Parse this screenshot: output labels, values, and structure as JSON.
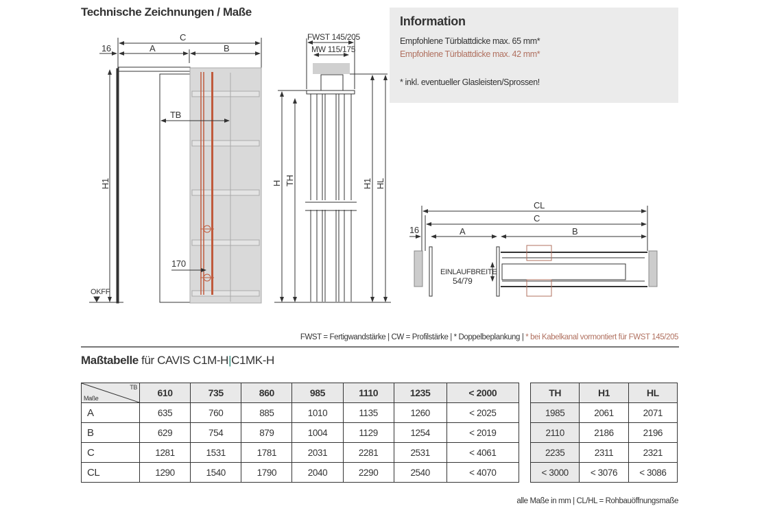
{
  "heading": "Technische Zeichnungen / Maße",
  "info": {
    "title": "Information",
    "line1": "Empfohlene Türblattdicke max. 65 mm*",
    "line2": "Empfohlene Türblattdicke max. 42 mm*",
    "note": "* inkl. eventueller Glasleisten/Sprossen!",
    "accent_color": "#b0705f"
  },
  "drawing1": {
    "c": "C",
    "a": "A",
    "b": "B",
    "d16": "16",
    "h1": "H1",
    "tb": "TB",
    "d170": "170",
    "okff": "OKFF"
  },
  "drawing2": {
    "fwst": "FWST 145/205",
    "mw": "MW 115/175",
    "h": "H",
    "th": "TH",
    "h1": "H1",
    "hl": "HL"
  },
  "drawing3": {
    "cl": "CL",
    "c": "C",
    "a": "A",
    "b": "B",
    "d16": "16",
    "einlauf": "EINLAUFBREITE",
    "einlauf_val": "54/79"
  },
  "legend": {
    "main": "FWST = Fertigwandstärke | CW = Profilstärke | * Doppelbeplankung | ",
    "accent": "* bei Kabelkanal vormontiert für FWST 145/205"
  },
  "table_title": {
    "bold": "Maßtabelle",
    "rest": " für CAVIS C1M-H",
    "sep": "|",
    "rest2": "C1MK-H"
  },
  "table1": {
    "corner_top": "TB",
    "corner_bottom": "Maße",
    "headers": [
      "610",
      "735",
      "860",
      "985",
      "1110",
      "1235",
      "< 2000"
    ],
    "rows": [
      {
        "label": "A",
        "values": [
          "635",
          "760",
          "885",
          "1010",
          "1135",
          "1260",
          "< 2025"
        ]
      },
      {
        "label": "B",
        "values": [
          "629",
          "754",
          "879",
          "1004",
          "1129",
          "1254",
          "< 2019"
        ]
      },
      {
        "label": "C",
        "values": [
          "1281",
          "1531",
          "1781",
          "2031",
          "2281",
          "2531",
          "< 4061"
        ]
      },
      {
        "label": "CL",
        "values": [
          "1290",
          "1540",
          "1790",
          "2040",
          "2290",
          "2540",
          "< 4070"
        ]
      }
    ]
  },
  "table2": {
    "headers": [
      "TH",
      "H1",
      "HL"
    ],
    "rows": [
      [
        "1985",
        "2061",
        "2071"
      ],
      [
        "2110",
        "2186",
        "2196"
      ],
      [
        "2235",
        "2311",
        "2321"
      ],
      [
        "< 3000",
        "< 3076",
        "< 3086"
      ]
    ]
  },
  "bottom_note": "alle Maße in mm | CL/HL = Rohbauöffnungsmaße"
}
